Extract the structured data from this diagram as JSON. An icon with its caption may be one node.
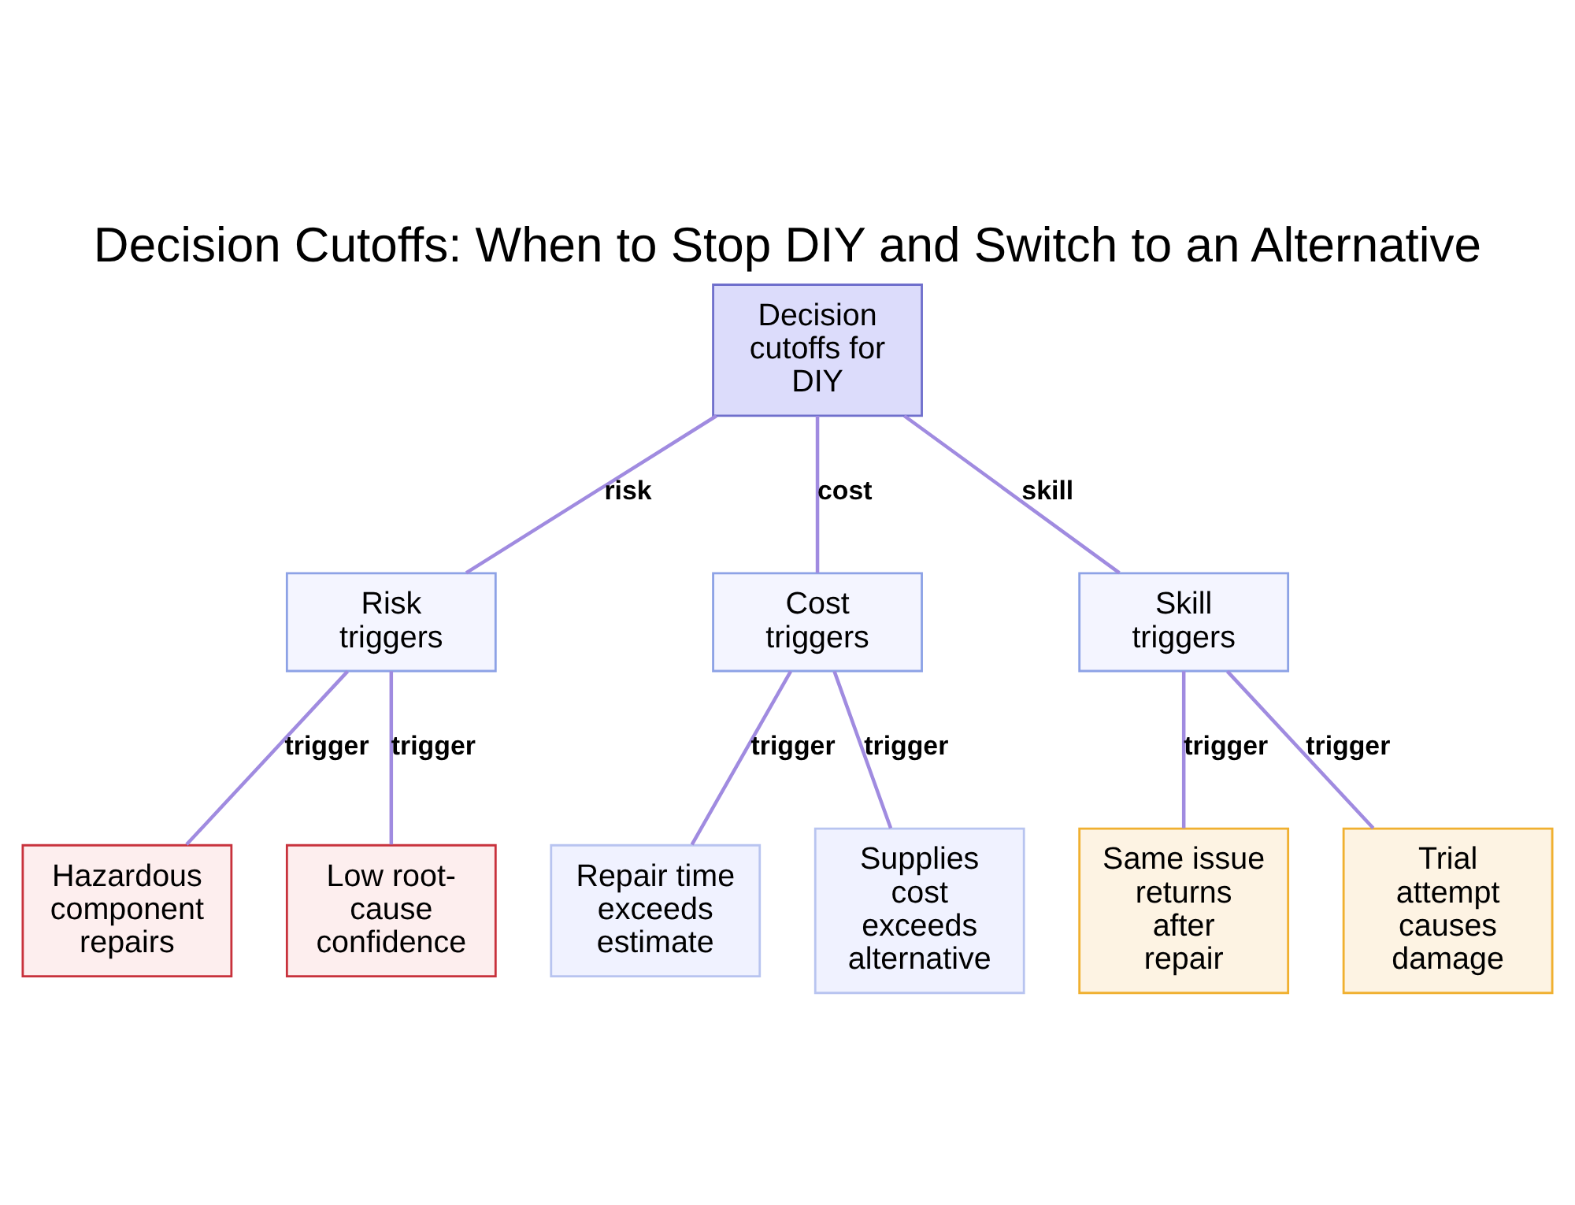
{
  "diagram": {
    "title": "Decision Cutoffs: When to Stop DIY and Switch to an Alternative",
    "nodes": [
      {
        "text": [
          "Decision cutoffs for DIY"
        ]
      },
      {
        "text": [
          "Risk triggers"
        ]
      },
      {
        "text": [
          "Cost triggers"
        ]
      },
      {
        "text": [
          "Skill triggers"
        ]
      },
      {
        "text": [
          "Hazardous component repairs"
        ]
      },
      {
        "text": [
          "Low root-cause confidence"
        ]
      },
      {
        "text": [
          "Repair time exceeds estimate"
        ]
      },
      {
        "text": [
          "Supplies cost exceeds alternative"
        ]
      },
      {
        "text": [
          "Same issue returns after repair"
        ]
      },
      {
        "text": [
          "Trial attempt causes damage"
        ]
      }
    ],
    "edges": [
      {
        "from": 0,
        "to": 1,
        "arrow": "none",
        "label": "risk"
      },
      {
        "from": 0,
        "to": 2,
        "arrow": "none",
        "label": "cost"
      },
      {
        "from": 0,
        "to": 3,
        "arrow": "none",
        "label": "skill"
      },
      {
        "from": 1,
        "to": 4,
        "arrow": "none",
        "label": "trigger"
      },
      {
        "from": 1,
        "to": 5,
        "arrow": "none",
        "label": "trigger"
      },
      {
        "from": 2,
        "to": 6,
        "arrow": "none",
        "label": "trigger"
      },
      {
        "from": 2,
        "to": 7,
        "arrow": "none",
        "label": "trigger"
      },
      {
        "from": 3,
        "to": 8,
        "arrow": "none",
        "label": "trigger"
      },
      {
        "from": 3,
        "to": 9,
        "arrow": "none",
        "label": "trigger"
      }
    ]
  }
}
